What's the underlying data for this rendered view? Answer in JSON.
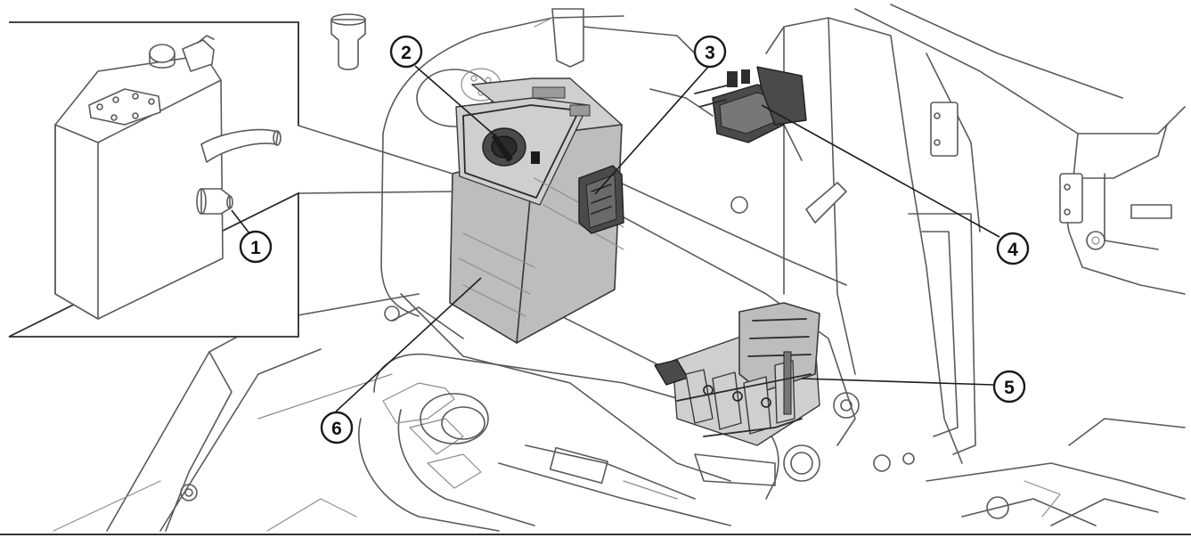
{
  "diagram": {
    "callouts": [
      {
        "id": "1",
        "label": "1"
      },
      {
        "id": "2",
        "label": "2"
      },
      {
        "id": "3",
        "label": "3"
      },
      {
        "id": "4",
        "label": "4"
      },
      {
        "id": "5",
        "label": "5"
      },
      {
        "id": "6",
        "label": "6"
      }
    ]
  },
  "colors": {
    "line": "#5a5a5a",
    "highlight": "#bdbdbd",
    "callout_stroke": "#1a1a1a",
    "background": "#ffffff"
  }
}
